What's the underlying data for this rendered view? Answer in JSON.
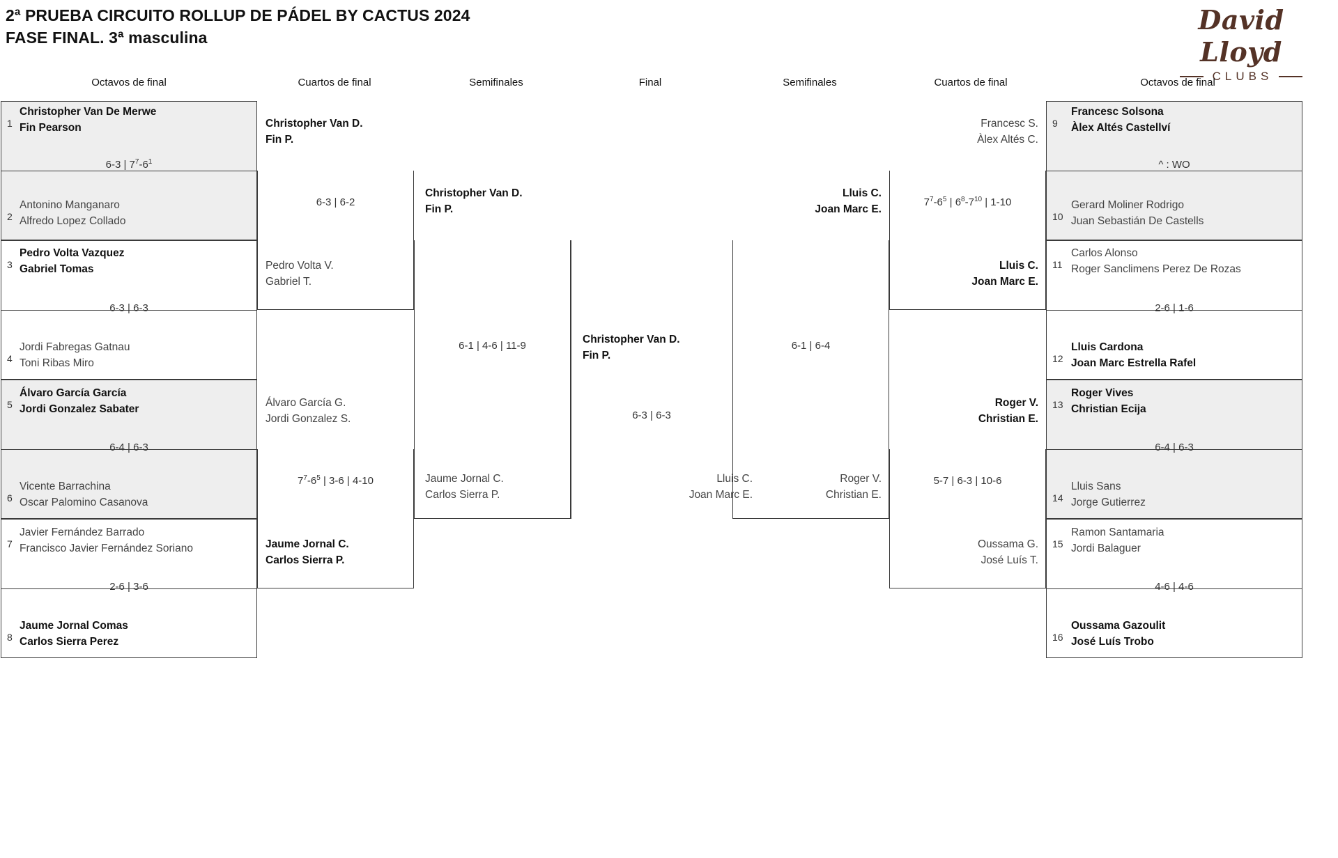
{
  "header": {
    "title_line1": "2ª PRUEBA CIRCUITO ROLLUP DE PÁDEL BY CACTUS 2024",
    "title_line2": "FASE FINAL. 3ª masculina",
    "logo_word": "David Lloyd",
    "logo_sub": "CLUBS",
    "logo_color": "#543226"
  },
  "round_headers": {
    "left_r16": "Octavos de final",
    "left_qf": "Cuartos de final",
    "left_sf": "Semifinales",
    "final": "Final",
    "right_sf": "Semifinales",
    "right_qf": "Cuartos de final",
    "right_r16": "Octavos de final"
  },
  "bracket": {
    "left_r16": [
      {
        "seed": "1",
        "p1": "Christopher Van De Merwe",
        "p2": "Fin Pearson",
        "winner": true
      },
      {
        "seed": "2",
        "p1": "Antonino Manganaro",
        "p2": "Alfredo Lopez Collado",
        "winner": false
      },
      {
        "seed": "3",
        "p1": "Pedro Volta Vazquez",
        "p2": "Gabriel Tomas",
        "winner": true
      },
      {
        "seed": "4",
        "p1": "Jordi Fabregas Gatnau",
        "p2": "Toni Ribas Miro",
        "winner": false
      },
      {
        "seed": "5",
        "p1": "Álvaro García García",
        "p2": "Jordi Gonzalez Sabater",
        "winner": true
      },
      {
        "seed": "6",
        "p1": "Vicente Barrachina",
        "p2": "Oscar Palomino Casanova",
        "winner": false
      },
      {
        "seed": "7",
        "p1": "Javier Fernández Barrado",
        "p2": "Francisco Javier Fernández Soriano",
        "winner": false
      },
      {
        "seed": "8",
        "p1": "Jaume Jornal Comas",
        "p2": "Carlos Sierra Perez",
        "winner": true
      }
    ],
    "left_r16_scores": [
      {
        "html": "6-3 | 7<sup>7</sup>-6<sup>1</sup>"
      },
      {
        "html": "6-3 | 6-3"
      },
      {
        "html": "6-4 | 6-3"
      },
      {
        "html": "2-6 | 3-6"
      }
    ],
    "left_qf": [
      {
        "p1": "Christopher Van D.",
        "p2": "Fin P.",
        "winner": true
      },
      {
        "p1": "Pedro Volta V.",
        "p2": "Gabriel T.",
        "winner": false
      },
      {
        "p1": "Álvaro García G.",
        "p2": "Jordi Gonzalez S.",
        "winner": false
      },
      {
        "p1": "Jaume Jornal C.",
        "p2": "Carlos Sierra P.",
        "winner": true
      }
    ],
    "left_qf_scores": [
      {
        "html": "6-3 | 6-2"
      },
      {
        "html": "7<sup>7</sup>-6<sup>5</sup> | 3-6 | 4-10"
      }
    ],
    "left_sf": [
      {
        "p1": "Christopher Van D.",
        "p2": "Fin P.",
        "winner": true
      },
      {
        "p1": "Jaume Jornal C.",
        "p2": "Carlos Sierra P.",
        "winner": false
      }
    ],
    "left_sf_scores": [
      {
        "html": "6-1 | 4-6 | 11-9"
      }
    ],
    "final": [
      {
        "p1": "Christopher Van D.",
        "p2": "Fin P.",
        "winner": true
      },
      {
        "p1": "Lluis C.",
        "p2": "Joan Marc E.",
        "winner": false
      }
    ],
    "final_scores": [
      {
        "html": "6-3 | 6-3"
      }
    ],
    "right_sf": [
      {
        "p1": "Lluis C.",
        "p2": "Joan Marc E.",
        "winner": true
      },
      {
        "p1": "Roger V.",
        "p2": "Christian E.",
        "winner": false
      }
    ],
    "right_sf_scores": [
      {
        "html": "6-1 | 6-4"
      }
    ],
    "right_qf": [
      {
        "p1": "Francesc S.",
        "p2": "Àlex Altés C.",
        "winner": false
      },
      {
        "p1": "Lluis C.",
        "p2": "Joan Marc E.",
        "winner": true
      },
      {
        "p1": "Roger V.",
        "p2": "Christian E.",
        "winner": true
      },
      {
        "p1": "Oussama G.",
        "p2": "José Luís T.",
        "winner": false
      }
    ],
    "right_qf_scores": [
      {
        "html": "7<sup>7</sup>-6<sup>5</sup> | 6<sup>8</sup>-7<sup>10</sup> | 1-10"
      },
      {
        "html": "5-7 | 6-3 | 10-6"
      }
    ],
    "right_r16": [
      {
        "seed": "9",
        "p1": "Francesc Solsona",
        "p2": "Àlex Altés Castellví",
        "winner": true
      },
      {
        "seed": "10",
        "p1": "Gerard Moliner Rodrigo",
        "p2": "Juan Sebastián De Castells",
        "winner": false
      },
      {
        "seed": "11",
        "p1": "Carlos Alonso",
        "p2": "Roger Sanclimens Perez De Rozas",
        "winner": false
      },
      {
        "seed": "12",
        "p1": "Lluis Cardona",
        "p2": "Joan Marc Estrella Rafel",
        "winner": true
      },
      {
        "seed": "13",
        "p1": "Roger Vives",
        "p2": "Christian Ecija",
        "winner": true
      },
      {
        "seed": "14",
        "p1": "Lluis Sans",
        "p2": "Jorge Gutierrez",
        "winner": false
      },
      {
        "seed": "15",
        "p1": "Ramon Santamaria",
        "p2": "Jordi Balaguer",
        "winner": false
      },
      {
        "seed": "16",
        "p1": "Oussama Gazoulit",
        "p2": "José Luís Trobo",
        "winner": true
      }
    ],
    "right_r16_scores": [
      {
        "html": "^ : WO"
      },
      {
        "html": "2-6 | 1-6"
      },
      {
        "html": "6-4 | 6-3"
      },
      {
        "html": "4-6 | 4-6"
      }
    ]
  }
}
